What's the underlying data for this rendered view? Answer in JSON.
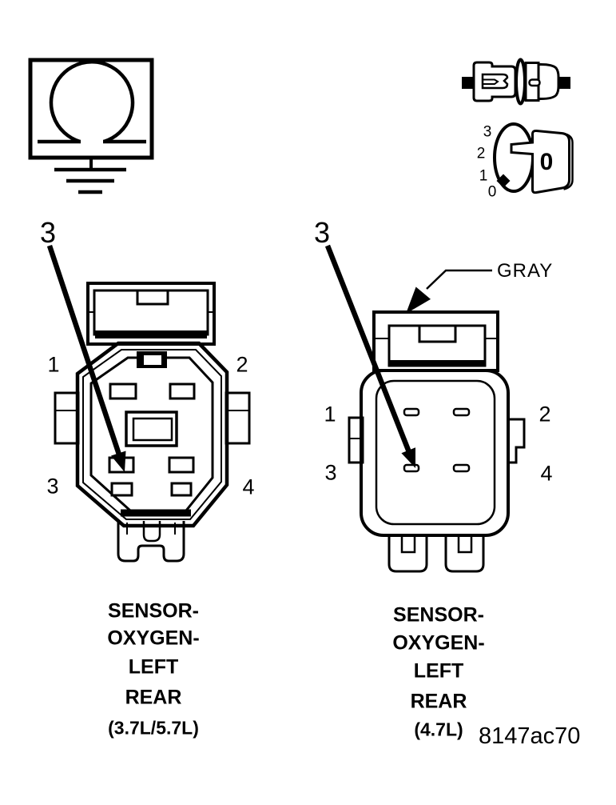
{
  "figure": {
    "code": "8147ac70"
  },
  "symbols": {
    "heater_ground_icon": "omega-element-in-box-with-ground",
    "terminal_pair_icon": "male-female-terminal-mating",
    "rotation_dial": {
      "ticks": [
        "3",
        "2",
        "1",
        "0"
      ],
      "value": "0"
    }
  },
  "left_connector": {
    "callout": "3",
    "pins": [
      "1",
      "2",
      "3",
      "4"
    ],
    "caption": [
      "SENSOR-",
      "OXYGEN-",
      "LEFT",
      "REAR",
      "(3.7L/5.7L)"
    ]
  },
  "right_connector": {
    "callout": "3",
    "color_label": "GRAY",
    "pins": [
      "1",
      "2",
      "3",
      "4"
    ],
    "caption": [
      "SENSOR-",
      "OXYGEN-",
      "LEFT",
      "REAR",
      "(4.7L)"
    ]
  }
}
